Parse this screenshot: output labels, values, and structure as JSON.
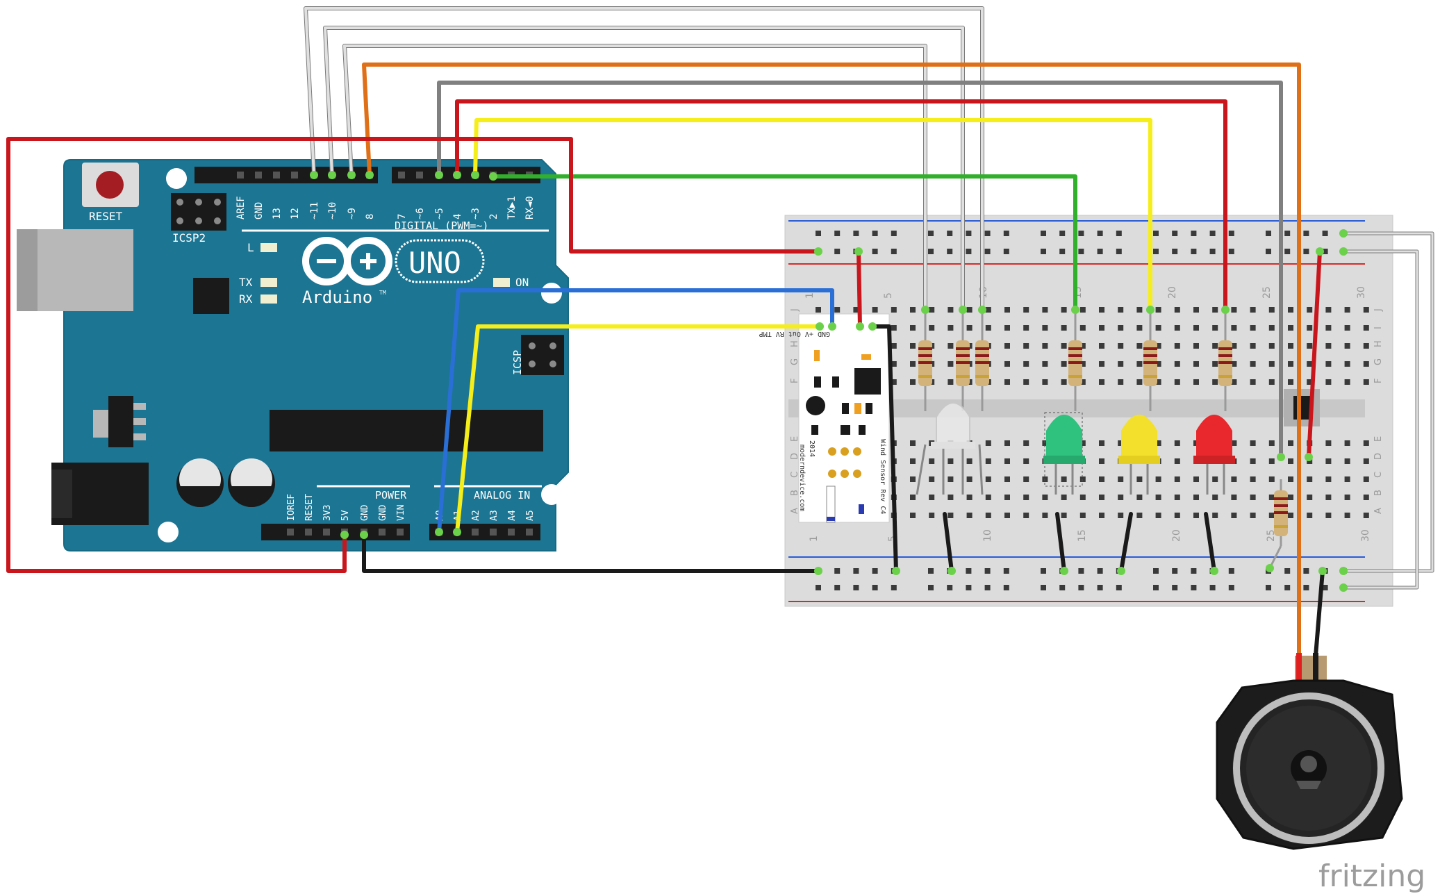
{
  "app_title": "fritzing",
  "arduino": {
    "model": "UNO",
    "brand": "Arduino",
    "tm": "TM",
    "reset_label": "RESET",
    "icsp2_label": "ICSP2",
    "icsp_label": "ICSP",
    "led_l": "L",
    "led_tx": "TX",
    "led_rx": "RX",
    "on_label": "ON",
    "digital_label": "DIGITAL (PWM=~)",
    "digital_pins": [
      "AREF",
      "GND",
      "13",
      "12",
      "~11",
      "~10",
      "~9",
      "8",
      "7",
      "~6",
      "~5",
      "4",
      "~3",
      "2",
      "TX▶1",
      "RX◄0"
    ],
    "power_label": "POWER",
    "power_pins": [
      "IOREF",
      "RESET",
      "3V3",
      "5V",
      "GND",
      "GND",
      "VIN"
    ],
    "analog_label": "ANALOG IN",
    "analog_pins": [
      "A0",
      "A1",
      "A2",
      "A3",
      "A4",
      "A5"
    ]
  },
  "breadboard": {
    "col_numbers": [
      "1",
      "5",
      "10",
      "15",
      "20",
      "25",
      "30"
    ],
    "row_letters_top": [
      "J",
      "I",
      "H",
      "G",
      "F"
    ],
    "row_letters_bottom": [
      "E",
      "D",
      "C",
      "B",
      "A"
    ]
  },
  "sensor": {
    "pin_labels": "GND +V Out RV TMP",
    "brand": "moderndevice.com",
    "year": "2014",
    "board_name": "Wind Sensor Rev C4"
  },
  "components": {
    "leds": [
      {
        "name": "RGB LED",
        "color": "#e8e8e8"
      },
      {
        "name": "Green LED",
        "color": "#2ec27e"
      },
      {
        "name": "Yellow LED",
        "color": "#f2e02c"
      },
      {
        "name": "Red LED",
        "color": "#e8282d"
      }
    ],
    "speaker": "speaker"
  },
  "wire_colors": {
    "red": "#c8161c",
    "black": "#1a1a1a",
    "green": "#31b02b",
    "yellow": "#f5ee1a",
    "orange": "#e07018",
    "gray": "#808080",
    "white": "#cfcfcf",
    "blue": "#2a6fd6"
  }
}
